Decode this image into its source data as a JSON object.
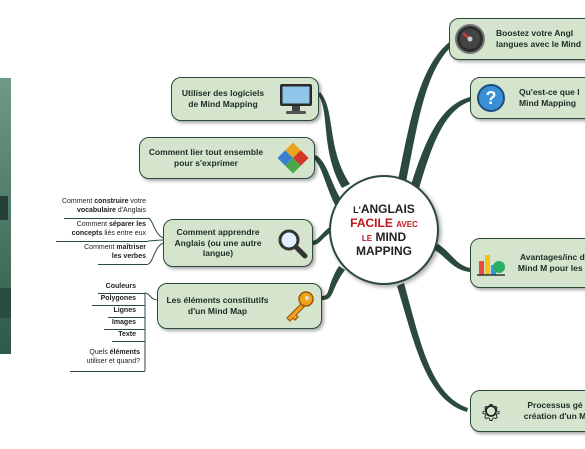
{
  "center": {
    "line1_a": "L'",
    "line1_b": "ANGLAIS",
    "line2_a": "FACILE",
    "line2_b": "AVEC",
    "line3_a": "LE",
    "line3_b": "MIND",
    "line4": "MAPPING"
  },
  "left_branches": {
    "logiciels": "Utiliser des logiciels de Mind Mapping",
    "lier": "Comment lier tout ensemble pour s'exprimer",
    "apprendre": "Comment apprendre Anglais (ou une autre langue)",
    "elements": "Les éléments constitutifs d'un Mind Map"
  },
  "right_branches": {
    "boostez": "Boostez votre Angl langues avec le Mind",
    "questce": "Qu'est-ce que l Mind Mapping",
    "avantages": "Avantages/inc du Mind M pour les la",
    "processus": "Processus gé création d'un M"
  },
  "apprendre_leaves": [
    {
      "pre": "Comment ",
      "bold": "construire",
      "post": " votre",
      "bold2": "vocabulaire",
      "post2": " d'Anglais"
    },
    {
      "pre": "Comment ",
      "bold": "séparer les",
      "post": "",
      "bold2": "concepts",
      "post2": " liés entre eux"
    },
    {
      "pre": "Comment ",
      "bold": "maîtriser",
      "post": "",
      "bold2": "les verbes",
      "post2": ""
    }
  ],
  "elements_leaves": [
    "Couleurs",
    "Polygones",
    "Lignes",
    "Images",
    "Texte"
  ],
  "elements_last": {
    "pre": "Quels ",
    "bold": "éléments",
    "post": "utiliser et quand?"
  },
  "colors": {
    "node_fill": "#d5e5cd",
    "border": "#2b4a3c",
    "accent_red": "#c0141b"
  },
  "icons": [
    "monitor-icon",
    "puzzle-icon",
    "magnifier-icon",
    "key-icon",
    "speedometer-icon",
    "question-icon",
    "chart-icon",
    "gear-icon"
  ]
}
